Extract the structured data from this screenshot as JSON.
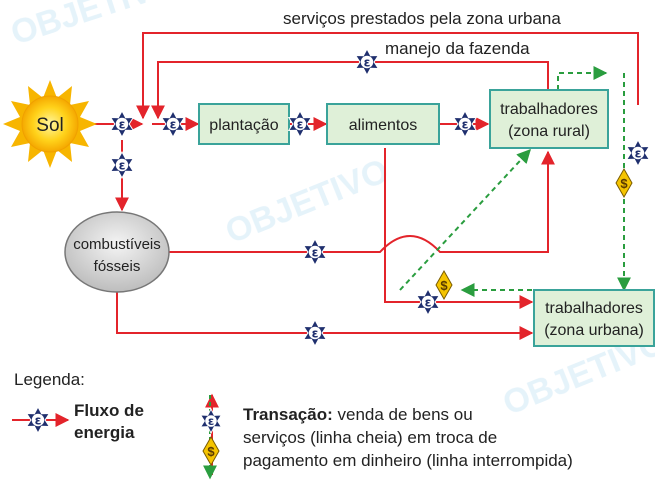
{
  "nodes": {
    "sun": "Sol",
    "plantation": "plantação",
    "food": "alimentos",
    "rural_workers_line1": "trabalhadores",
    "rural_workers_line2": "(zona rural)",
    "urban_workers_line1": "trabalhadores",
    "urban_workers_line2": "(zona urbana)",
    "fossil_fuels_line1": "combustíveis",
    "fossil_fuels_line2": "fósseis"
  },
  "flow_labels": {
    "urban_services": "serviços prestados pela zona urbana",
    "farm_management": "manejo da fazenda"
  },
  "legend": {
    "title": "Legenda:",
    "energy_flow_line1": "Fluxo de",
    "energy_flow_line2": "energia",
    "transaction_title": "Transação:",
    "transaction_line1_rest": " venda de bens ou",
    "transaction_line2": "serviços (linha cheia) em troca de",
    "transaction_line3": "pagamento em dinheiro (linha interrompida)"
  },
  "symbols": {
    "energy": "ε",
    "money": "$"
  },
  "watermark": "OBJETIVO",
  "colors": {
    "energy_line": "#e3242b",
    "money_line": "#2a9d3f",
    "box_fill": "#dff0d8",
    "box_border": "#3aa39a",
    "star_fill": "#1f2f6e",
    "money_diamond": "#f5c400"
  }
}
